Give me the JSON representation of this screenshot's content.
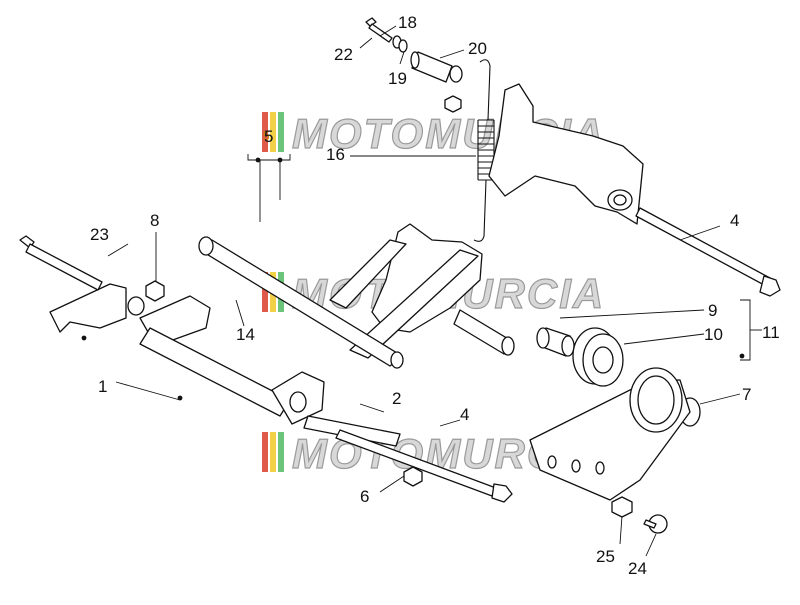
{
  "diagram": {
    "watermark_text": "MOTOMURCIA",
    "logo_badge_text": "5",
    "callouts": [
      "1",
      "2",
      "4",
      "4",
      "5",
      "6",
      "7",
      "8",
      "9",
      "10",
      "11",
      "14",
      "16",
      "18",
      "19",
      "20",
      "22",
      "23",
      "24",
      "25"
    ],
    "colors": {
      "watermark_fill": "#d8d8d8",
      "watermark_stroke": "#9a9a9a",
      "logo_stripe_red": "#e05a4a",
      "logo_stripe_yellow": "#f2d048",
      "logo_stripe_green": "#6cc47a",
      "line_color": "#111111"
    }
  }
}
